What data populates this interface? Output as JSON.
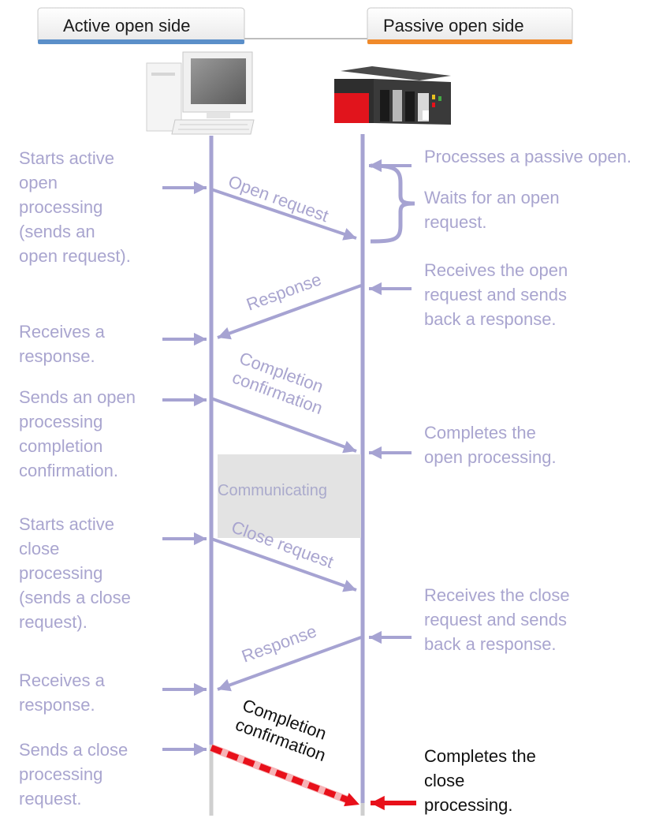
{
  "headers": {
    "active": "Active open side",
    "passive": "Passive open side"
  },
  "devices": {
    "active": "pc-icon",
    "passive": "plc-icon"
  },
  "left_labels": [
    {
      "lines": [
        "Starts active",
        "open",
        "processing",
        "(sends an",
        "open request)."
      ]
    },
    {
      "lines": [
        "Receives a",
        "response."
      ]
    },
    {
      "lines": [
        "Sends an open",
        "processing",
        "completion",
        "confirmation."
      ]
    },
    {
      "lines": [
        "Starts active",
        "close",
        "processing",
        "(sends a close",
        "request)."
      ]
    },
    {
      "lines": [
        "Receives a",
        "response."
      ]
    },
    {
      "lines": [
        "Sends a close",
        "processing",
        "request."
      ]
    }
  ],
  "right_labels": [
    {
      "lines": [
        "Processes a passive open."
      ]
    },
    {
      "lines": [
        "Waits for an open",
        "request."
      ]
    },
    {
      "lines": [
        "Receives the open",
        "request and sends",
        "back a response."
      ]
    },
    {
      "lines": [
        "Completes the",
        "open processing."
      ]
    },
    {
      "lines": [
        "Receives the close",
        "request and sends",
        "back a response."
      ]
    },
    {
      "lines": [
        "Completes the",
        "close",
        "processing."
      ]
    }
  ],
  "messages": [
    {
      "lines": [
        "Open request"
      ]
    },
    {
      "lines": [
        "Response"
      ]
    },
    {
      "lines": [
        "Completion",
        "confirmation"
      ]
    },
    {
      "lines": [
        "Close request"
      ]
    },
    {
      "lines": [
        "Response"
      ]
    },
    {
      "lines": [
        "Completion",
        "confirmation"
      ]
    }
  ],
  "communicating": "Communicating",
  "colors": {
    "line": "#a6a3d2",
    "text": "#a9a5cf",
    "highlight": "#e8101a",
    "header_active_bar": "#5b8fc9",
    "header_passive_bar": "#f08a2a",
    "band": "#e3e3e3"
  }
}
